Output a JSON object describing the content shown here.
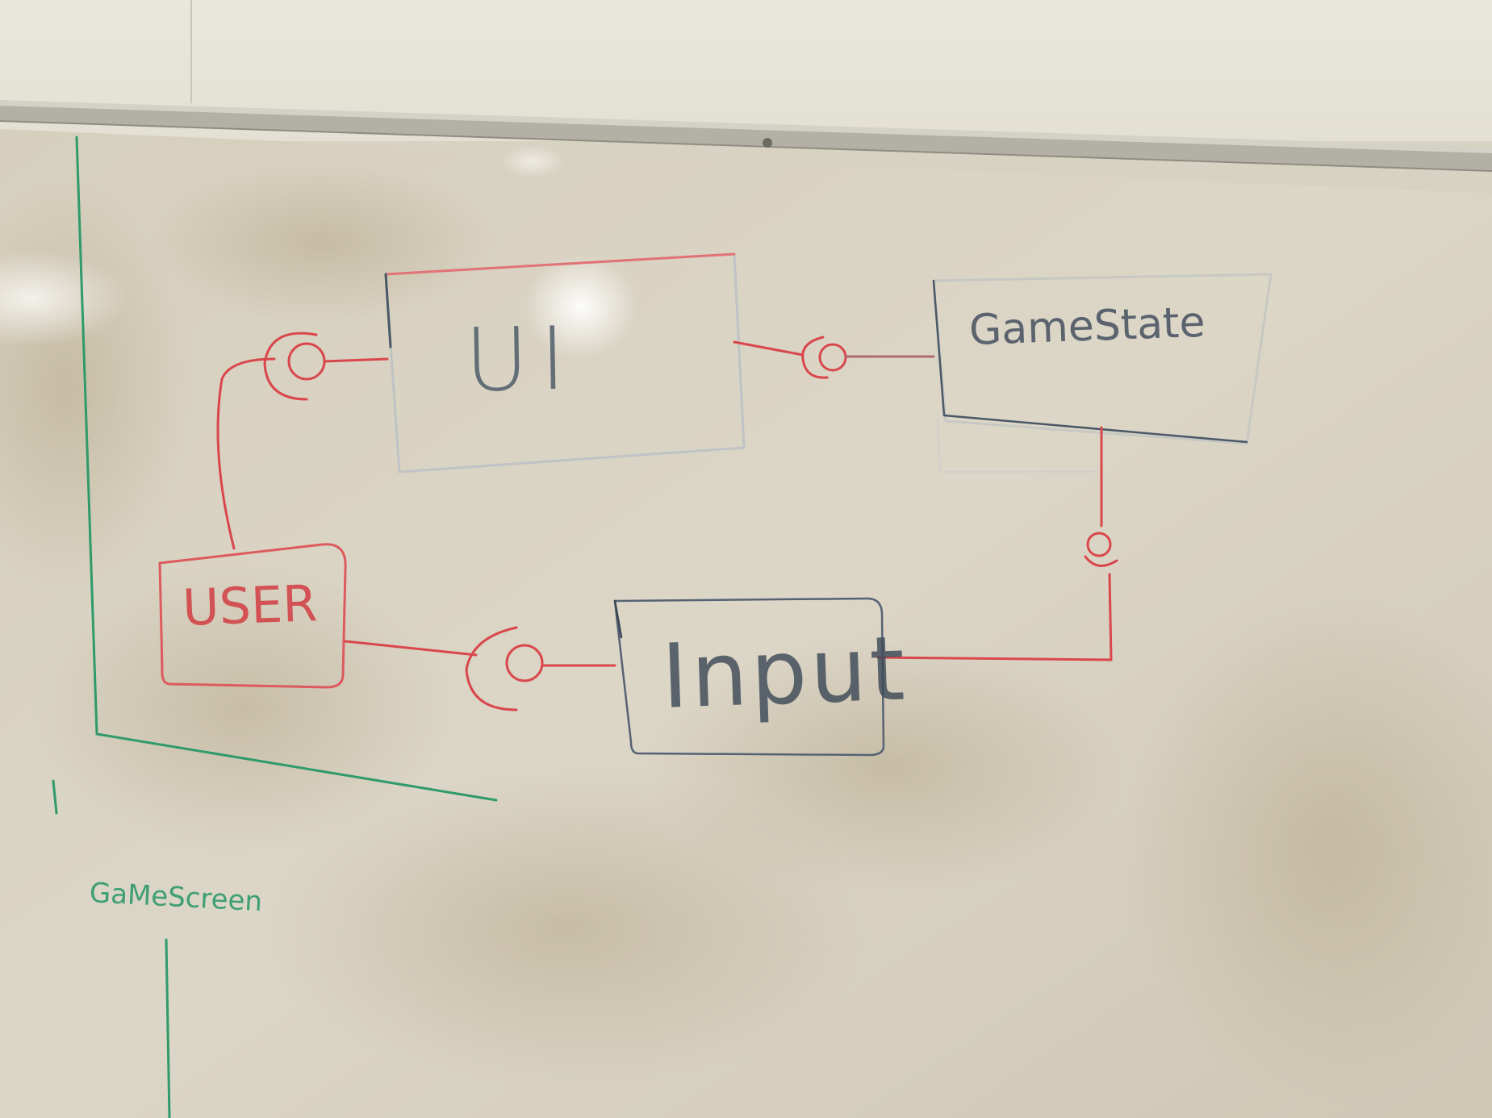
{
  "whiteboard": {
    "labels": {
      "ui": "UI",
      "gamestate": "GameState",
      "user": "USER",
      "input": "Input",
      "gamescreen": "GaMeScreen"
    }
  },
  "colors": {
    "board": "#d8d2c2",
    "wall": "#e6e3d7",
    "red_marker": "#d9474c",
    "blue_marker": "#4a5666",
    "green_marker": "#2f9a6a",
    "tray": "#a8a69c"
  }
}
